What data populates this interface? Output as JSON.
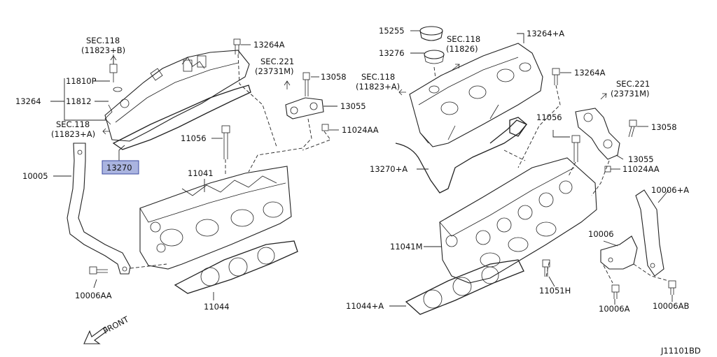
{
  "diagram_code": "J11101BD",
  "front_label": "FRONT",
  "highlight_color": "#aab4e0",
  "labels": {
    "sec118_b": "SEC.118",
    "sec118_b_ref": "(11823+B)",
    "p13264a_top": "13264A",
    "p11810p": "11810P",
    "p11812": "11812",
    "p13264": "13264",
    "sec118_a_left": "SEC.118",
    "sec118_a_left_ref": "(11823+A)",
    "p13270": "13270",
    "p10005": "10005",
    "p10006aa": "10006AA",
    "p11056_left": "11056",
    "p11041": "11041",
    "p11044": "11044",
    "sec221_left": "SEC.221",
    "sec221_left_ref": "(23731M)",
    "p13058_left": "13058",
    "p13055_left": "13055",
    "p11024aa_left": "11024AA",
    "p15255": "15255",
    "p13276": "13276",
    "sec118_mid": "SEC.118",
    "sec118_mid_ref": "(11826)",
    "sec118_a_mid": "SEC.118",
    "sec118_a_mid_ref": "(11823+A)",
    "p13264a_plus": "13264+A",
    "p13264a_right": "13264A",
    "sec221_right": "SEC.221",
    "sec221_right_ref": "(23731M)",
    "p13058_right": "13058",
    "p13055_right": "13055",
    "p11024aa_right": "11024AA",
    "p11056_right": "11056",
    "p13270a": "13270+A",
    "p11041m": "11041M",
    "p11044a": "11044+A",
    "p11051h": "11051H",
    "p10006": "10006",
    "p10006a_plus": "10006+A",
    "p10006a": "10006A",
    "p10006ab": "10006AB"
  }
}
